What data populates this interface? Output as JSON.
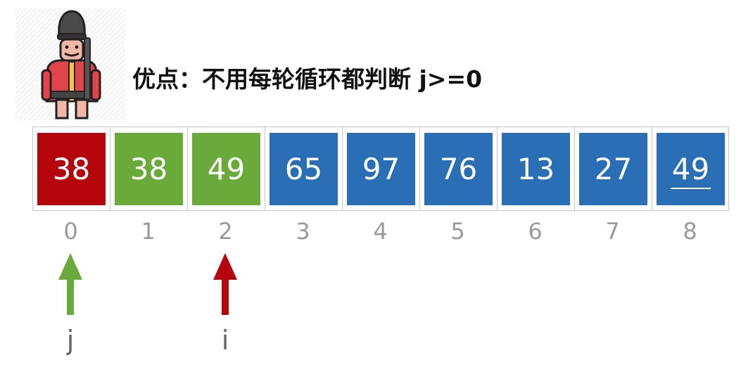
{
  "title": "优点：不用每轮循环都判断 j>=0",
  "mascot_icon": "royal-guard-icon",
  "colors": {
    "sentinel": "#b5060e",
    "sorted": "#6aaa3a",
    "unsorted": "#2a6fb5",
    "index_text": "#9a9a9a",
    "pointer_j": "#6aaa3a",
    "pointer_i": "#b5060e"
  },
  "cells": [
    {
      "value": "38",
      "index": "0",
      "state": "sentinel"
    },
    {
      "value": "38",
      "index": "1",
      "state": "sorted"
    },
    {
      "value": "49",
      "index": "2",
      "state": "sorted"
    },
    {
      "value": "65",
      "index": "3",
      "state": "unsorted"
    },
    {
      "value": "97",
      "index": "4",
      "state": "unsorted"
    },
    {
      "value": "76",
      "index": "5",
      "state": "unsorted"
    },
    {
      "value": "13",
      "index": "6",
      "state": "unsorted"
    },
    {
      "value": "27",
      "index": "7",
      "state": "unsorted"
    },
    {
      "value": "49",
      "index": "8",
      "state": "unsorted",
      "underlined": true
    }
  ],
  "pointers": [
    {
      "label": "j",
      "at_index": 0,
      "color": "#6aaa3a"
    },
    {
      "label": "i",
      "at_index": 2,
      "color": "#b5060e"
    }
  ]
}
